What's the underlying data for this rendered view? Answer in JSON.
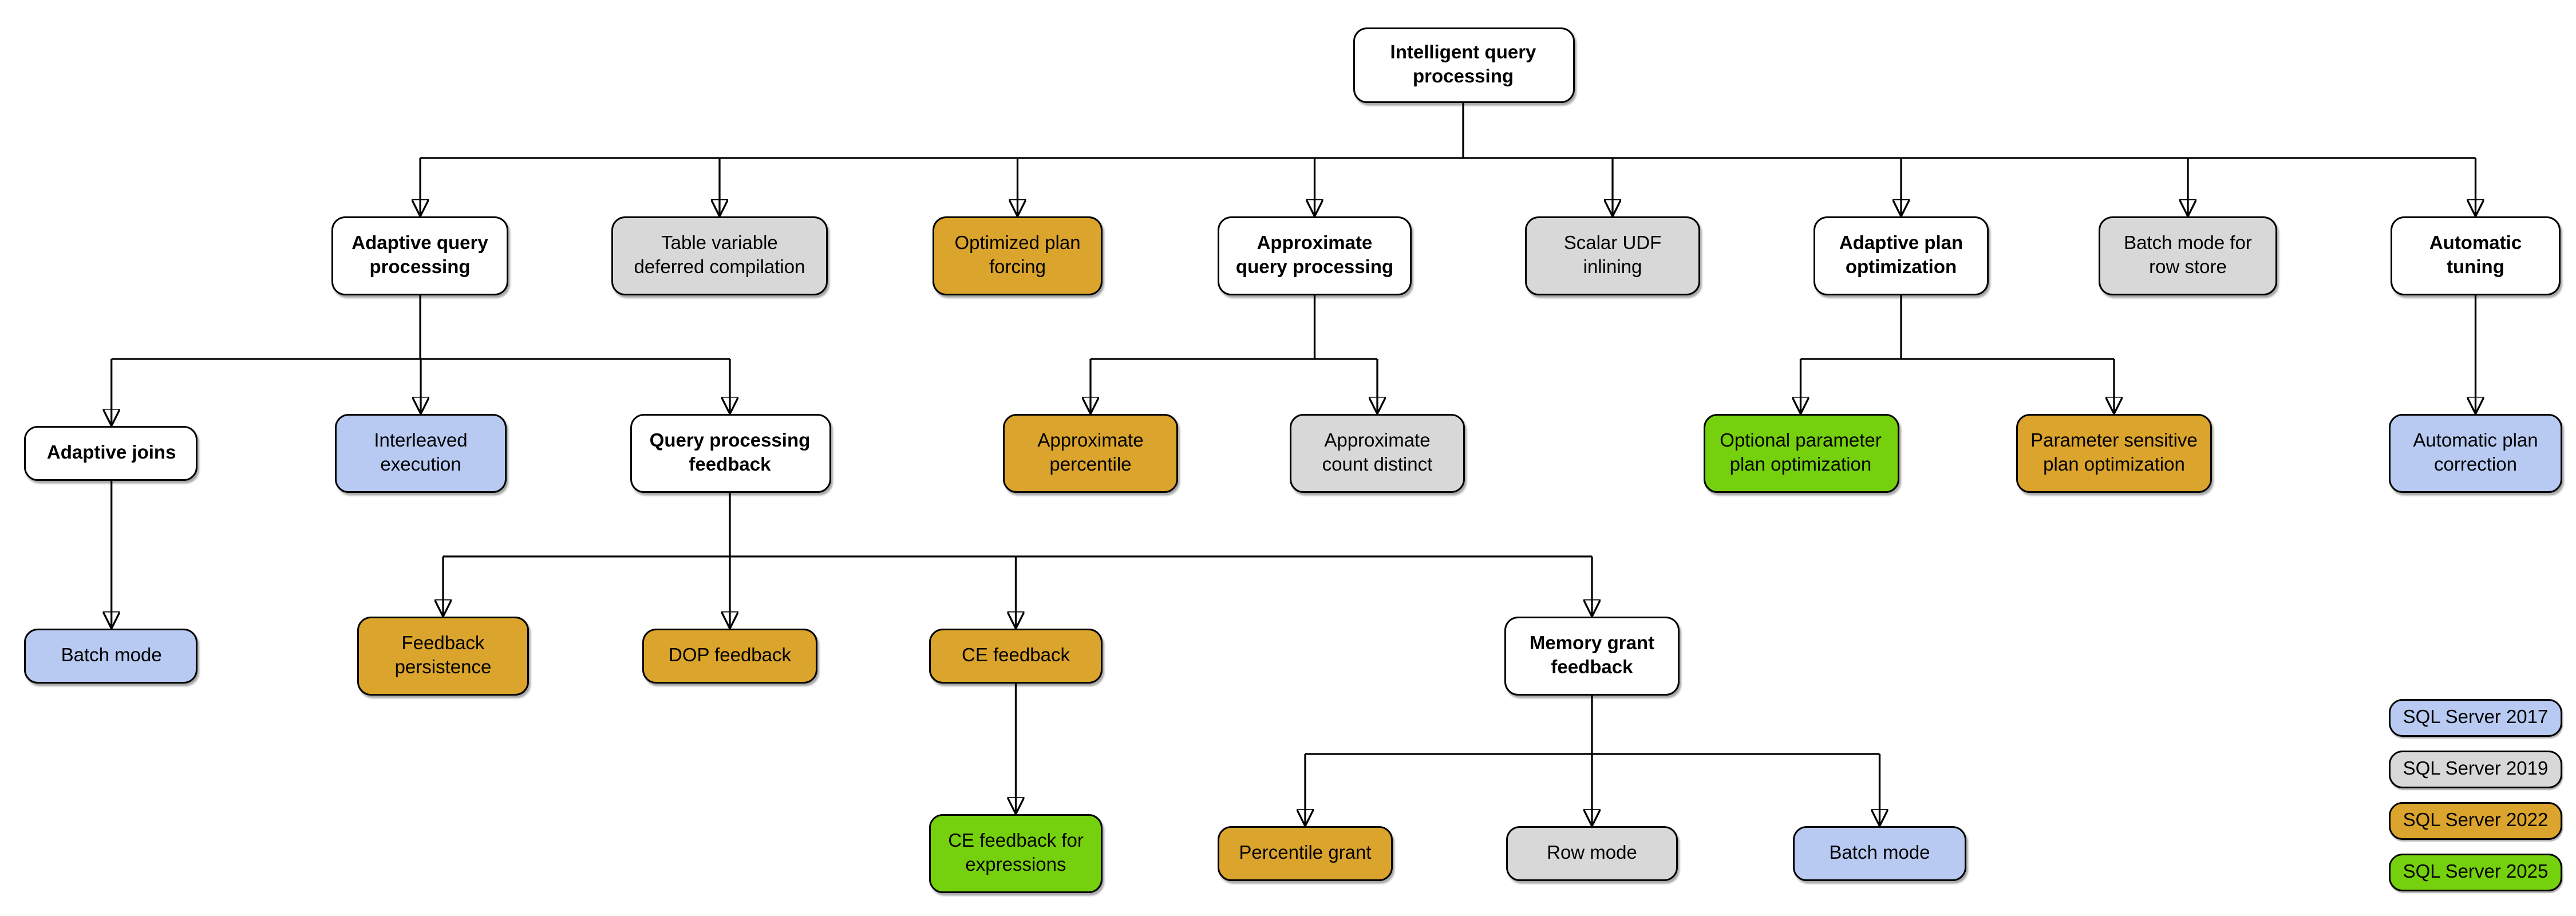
{
  "diagram": {
    "nodes": [
      {
        "id": "intelligent-query-processing",
        "label": "Intelligent query\nprocessing",
        "category": "parent"
      },
      {
        "id": "adaptive-query-processing",
        "label": "Adaptive query\nprocessing",
        "category": "parent"
      },
      {
        "id": "table-variable-deferred-compilation",
        "label": "Table variable\ndeferred compilation",
        "version": "SQL Server 2019"
      },
      {
        "id": "optimized-plan-forcing",
        "label": "Optimized plan\nforcing",
        "version": "SQL Server 2022"
      },
      {
        "id": "approximate-query-processing",
        "label": "Approximate\nquery processing",
        "category": "parent"
      },
      {
        "id": "scalar-udf-inlining",
        "label": "Scalar UDF\ninlining",
        "version": "SQL Server 2019"
      },
      {
        "id": "adaptive-plan-optimization",
        "label": "Adaptive plan\noptimization",
        "category": "parent"
      },
      {
        "id": "batch-mode-for-row-store",
        "label": "Batch mode for\nrow store",
        "version": "SQL Server 2019"
      },
      {
        "id": "automatic-tuning",
        "label": "Automatic\ntuning",
        "category": "parent"
      },
      {
        "id": "adaptive-joins",
        "label": "Adaptive joins",
        "category": "parent"
      },
      {
        "id": "interleaved-execution",
        "label": "Interleaved\nexecution",
        "version": "SQL Server 2017"
      },
      {
        "id": "query-processing-feedback",
        "label": "Query processing\nfeedback",
        "category": "parent"
      },
      {
        "id": "approximate-percentile",
        "label": "Approximate\npercentile",
        "version": "SQL Server 2022"
      },
      {
        "id": "approximate-count-distinct",
        "label": "Approximate\ncount distinct",
        "version": "SQL Server 2019"
      },
      {
        "id": "optional-parameter-plan-optimization",
        "label": "Optional parameter\nplan optimization",
        "version": "SQL Server 2025"
      },
      {
        "id": "parameter-sensitive-plan-optimization",
        "label": "Parameter sensitive\nplan optimization",
        "version": "SQL Server 2022"
      },
      {
        "id": "automatic-plan-correction",
        "label": "Automatic plan\ncorrection",
        "version": "SQL Server 2017"
      },
      {
        "id": "batch-mode-under-adaptive-joins",
        "label": "Batch mode",
        "version": "SQL Server 2017"
      },
      {
        "id": "feedback-persistence",
        "label": "Feedback\npersistence",
        "version": "SQL Server 2022"
      },
      {
        "id": "dop-feedback",
        "label": "DOP feedback",
        "version": "SQL Server 2022"
      },
      {
        "id": "ce-feedback",
        "label": "CE feedback",
        "version": "SQL Server 2022"
      },
      {
        "id": "memory-grant-feedback",
        "label": "Memory grant\nfeedback",
        "category": "parent"
      },
      {
        "id": "ce-feedback-for-expressions",
        "label": "CE feedback for\nexpressions",
        "version": "SQL Server 2025"
      },
      {
        "id": "percentile-grant",
        "label": "Percentile grant",
        "version": "SQL Server 2022"
      },
      {
        "id": "row-mode",
        "label": "Row mode",
        "version": "SQL Server 2019"
      },
      {
        "id": "batch-mode-under-memory-grant",
        "label": "Batch mode",
        "version": "SQL Server 2017"
      }
    ],
    "legend": [
      {
        "label": "SQL Server 2017",
        "color": "#b8caf2"
      },
      {
        "label": "SQL Server 2019",
        "color": "#d8d8d8"
      },
      {
        "label": "SQL Server 2022",
        "color": "#dba42c"
      },
      {
        "label": "SQL Server 2025",
        "color": "#75d10d"
      }
    ]
  },
  "colors": {
    "category": "#ffffff",
    "sql2017": "#b8caf2",
    "sql2019": "#d8d8d8",
    "sql2022": "#dba42c",
    "sql2025": "#75d10d",
    "line": "#000000"
  }
}
